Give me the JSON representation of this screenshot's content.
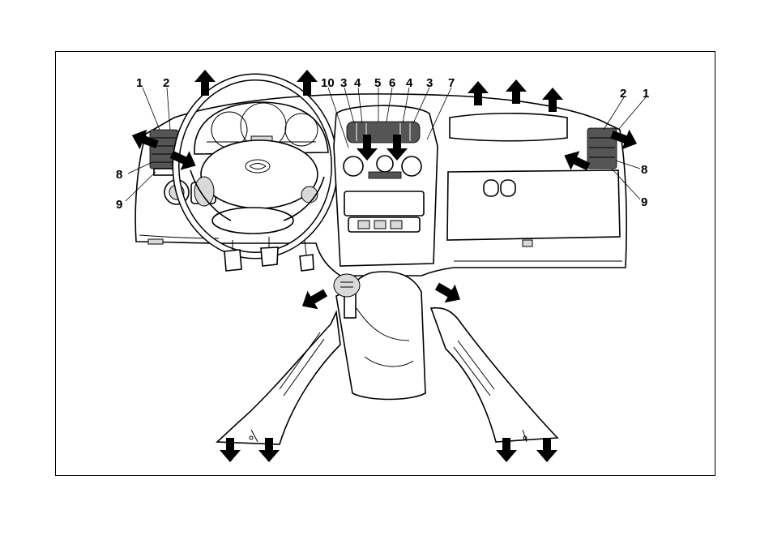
{
  "callouts": {
    "left_1": "1",
    "left_2": "2",
    "left_8": "8",
    "left_9": "9",
    "center_10": "10",
    "center_3a": "3",
    "center_4a": "4",
    "center_5": "5",
    "center_6": "6",
    "center_4b": "4",
    "center_3b": "3",
    "center_7": "7",
    "right_2": "2",
    "right_1": "1",
    "right_8": "8",
    "right_9": "9"
  }
}
